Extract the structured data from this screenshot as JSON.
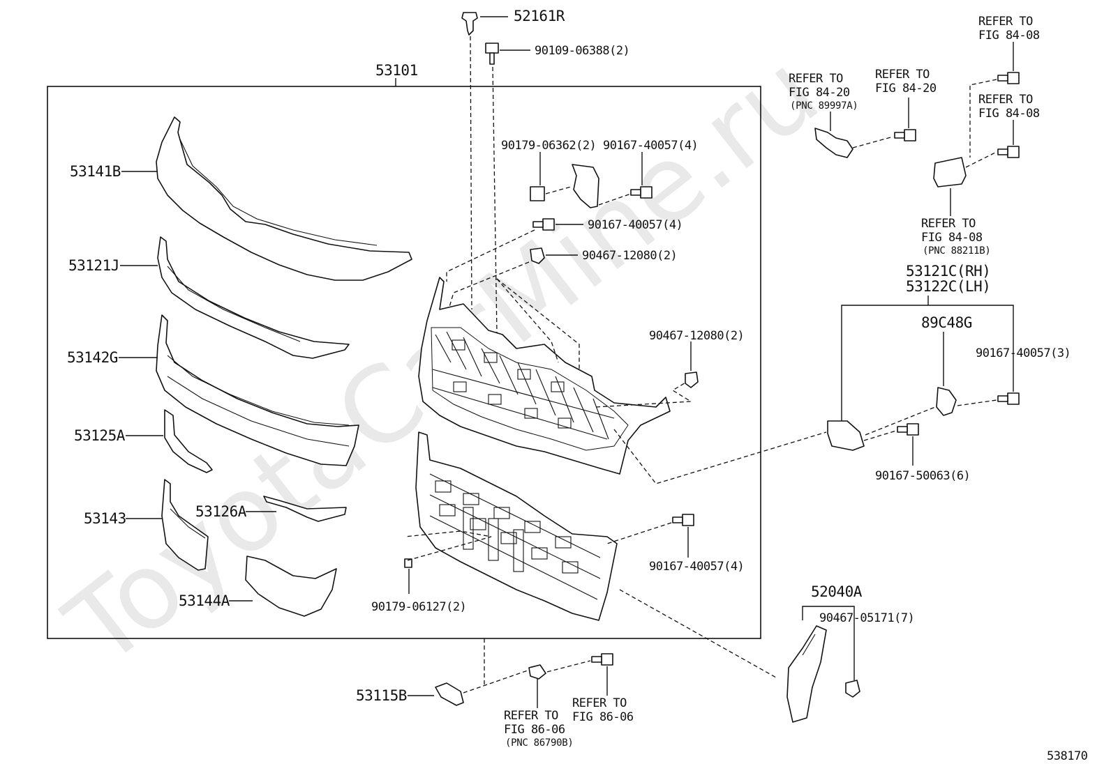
{
  "diagram_number": "538170",
  "watermark": "ToyotaCarMine.ru",
  "parts": {
    "p53161R": "52161R",
    "p90109": "90109-06388(2)",
    "p53101": "53101",
    "p53141B": "53141B",
    "p53121J": "53121J",
    "p53142G": "53142G",
    "p53125A": "53125A",
    "p53143": "53143",
    "p53126A": "53126A",
    "p53144A": "53144A",
    "p90179_06362": "90179-06362(2)",
    "p90167_a": "90167-40057(4)",
    "p90167_b": "90167-40057(4)",
    "p90467_a": "90467-12080(2)",
    "p90467_b": "90467-12080(2)",
    "p90167_c": "90167-40057(4)",
    "p90179_06127": "90179-06127(2)",
    "p53115B": "53115B",
    "p53121C": "53121C(RH)",
    "p53122C": "53122C(LH)",
    "p89C48G": "89C48G",
    "p90167_3": "90167-40057(3)",
    "p90167_50063": "90167-50063(6)",
    "p52040A": "52040A",
    "p90467_05171": "90467-05171(7)"
  },
  "refs": {
    "r1": {
      "line1": "REFER TO",
      "line2": "FIG 84-20",
      "line3": "(PNC 89997A)"
    },
    "r2": {
      "line1": "REFER TO",
      "line2": "FIG 84-20"
    },
    "r3": {
      "line1": "REFER TO",
      "line2": "FIG 84-08"
    },
    "r4": {
      "line1": "REFER TO",
      "line2": "FIG 84-08"
    },
    "r5": {
      "line1": "REFER TO",
      "line2": "FIG 84-08",
      "line3": "(PNC 88211B)"
    },
    "r6": {
      "line1": "REFER TO",
      "line2": "FIG 86-06",
      "line3": "(PNC 86790B)"
    },
    "r7": {
      "line1": "REFER TO",
      "line2": "FIG 86-06"
    }
  }
}
